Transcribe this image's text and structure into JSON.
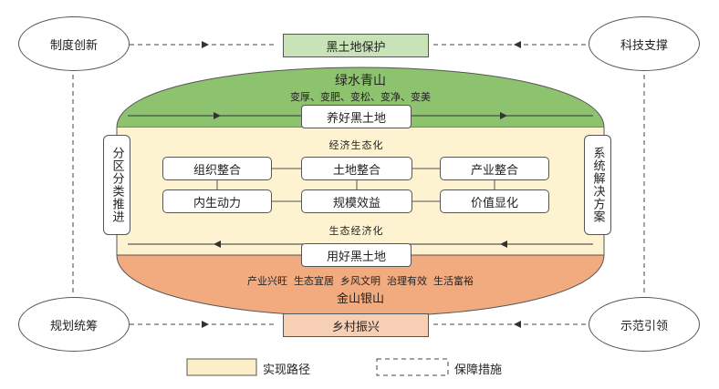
{
  "corners": {
    "top_left": "制度创新",
    "top_right": "科技支撑",
    "bottom_left": "规划统筹",
    "bottom_right": "示范引领"
  },
  "top_header": "黑土地保护",
  "bottom_header": "乡村振兴",
  "green_zone": {
    "title": "绿水青山",
    "subtitle": "变厚、变肥、变松、变净、变美"
  },
  "orange_zone": {
    "subtitle": "产业兴旺  生态宜居  乡风文明  治理有效  生活富裕",
    "title": "金山银山"
  },
  "top_box": "养好黑土地",
  "bottom_box": "用好黑土地",
  "upper_label": "经济生态化",
  "lower_label": "生态经济化",
  "left_side": "分区分类推进",
  "right_side": "系统解决方案",
  "grid": {
    "r1c1": "组织整合",
    "r1c2": "土地整合",
    "r1c3": "产业整合",
    "r2c1": "内生动力",
    "r2c2": "规模效益",
    "r2c3": "价值显化"
  },
  "legend": {
    "solid_label": "实现路径",
    "dashed_label": "保障措施"
  },
  "colors": {
    "green": "#8dc26f",
    "cream": "#fdf3d0",
    "orange": "#f2ab7e",
    "green_header": "#c8e3b8",
    "orange_header": "#f7cfb5",
    "legend_fill": "#fbefc8"
  }
}
